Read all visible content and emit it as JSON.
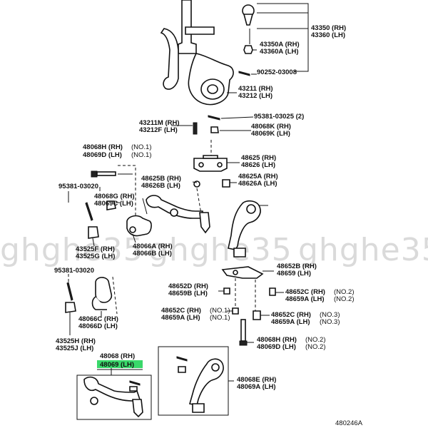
{
  "labels": {
    "l1": "43350 (RH)",
    "l2": "43360 (LH)",
    "l3": "43350A (RH)",
    "l4": "43360A (LH)",
    "l5": "90252-03008",
    "l6": "43211 (RH)",
    "l7": "43212 (LH)",
    "l8": "95381-03025 (2)",
    "l9": "43211M (RH)",
    "l10": "43212F (LH)",
    "l11": "48068K (RH)",
    "l12": "48069K (LH)",
    "l13": "48068H (RH)",
    "l13b": "(NO.1)",
    "l14": "48069D (LH)",
    "l14b": "(NO.1)",
    "l15": "48625 (RH)",
    "l16": "48626 (LH)",
    "l17": "95381-03020",
    "l18": "48625B (RH)",
    "l19": "48626B (LH)",
    "l20": "48625A (RH)",
    "l21": "48626A (LH)",
    "l22": "48068G (RH)",
    "l23": "48069C (LH)",
    "l24": "43525F (RH)",
    "l25": "43525G (LH)",
    "l26": "48066A (RH)",
    "l27": "48066B (LH)",
    "l28": "48652B (RH)",
    "l29": "48659 (LH)",
    "l30": "95381-03020",
    "l31": "48652D (RH)",
    "l32": "48659B (LH)",
    "l33": "48652C (RH)",
    "l33b": "(NO.2)",
    "l34": "48659A (LH)",
    "l34b": "(NO.2)",
    "l35": "48652C (RH)",
    "l35b": "(NO.1)",
    "l36": "48659A (LH)",
    "l36b": "(NO.1)",
    "l37": "48652C (RH)",
    "l37b": "(NO.3)",
    "l38": "48659A (LH)",
    "l38b": "(NO.3)",
    "l39": "48066C (RH)",
    "l40": "48066D (LH)",
    "l41": "48068H (RH)",
    "l41b": "(NO.2)",
    "l42": "48069D (LH)",
    "l42b": "(NO.2)",
    "l43": "43525H (RH)",
    "l44": "43525J (LH)",
    "l45": "48068 (RH)",
    "l46": "48069 (LH)",
    "l47": "48068E (RH)",
    "l48": "48069A (LH)",
    "l49": "480246A"
  },
  "watermark": [
    "ghghe35",
    "ghghe35",
    "ghghe35"
  ],
  "colors": {
    "highlight": "#39d86a",
    "ink": "#111111"
  }
}
